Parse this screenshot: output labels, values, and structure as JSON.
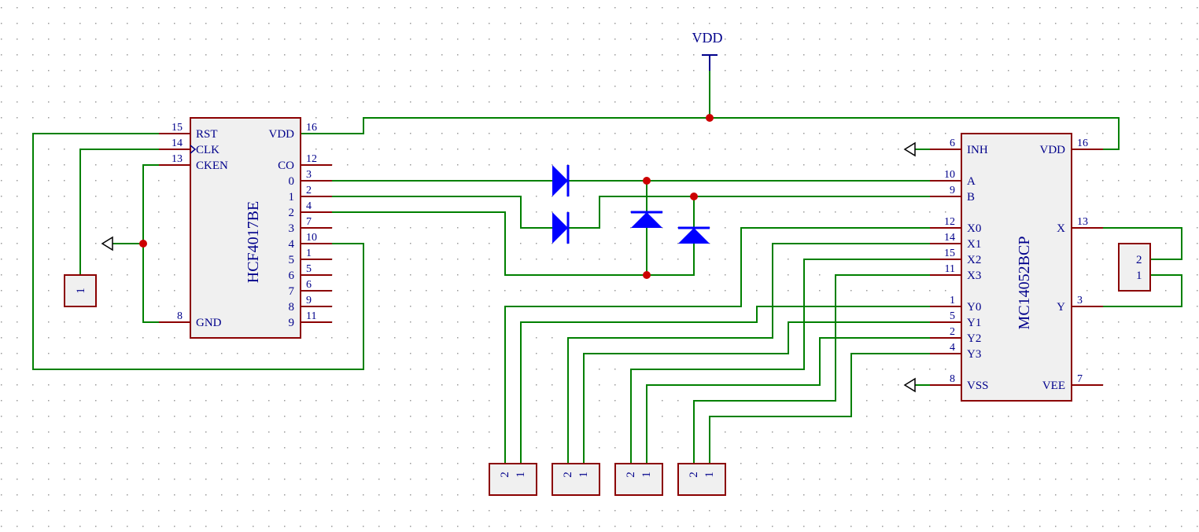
{
  "power": {
    "vdd_label": "VDD"
  },
  "u1": {
    "name": "HCF4017BE",
    "left_pins": [
      {
        "num": "15",
        "label": "RST"
      },
      {
        "num": "14",
        "label": "CLK"
      },
      {
        "num": "13",
        "label": "CKEN"
      },
      {
        "num": "8",
        "label": "GND"
      }
    ],
    "right_pins": [
      {
        "num": "16",
        "label": "VDD"
      },
      {
        "num": "12",
        "label": "CO"
      },
      {
        "num": "3",
        "label": "0"
      },
      {
        "num": "2",
        "label": "1"
      },
      {
        "num": "4",
        "label": "2"
      },
      {
        "num": "7",
        "label": "3"
      },
      {
        "num": "10",
        "label": "4"
      },
      {
        "num": "1",
        "label": "5"
      },
      {
        "num": "5",
        "label": "6"
      },
      {
        "num": "6",
        "label": "7"
      },
      {
        "num": "9",
        "label": "8"
      },
      {
        "num": "11",
        "label": "9"
      }
    ]
  },
  "u2": {
    "name": "MC14052BCP",
    "left_pins": [
      {
        "num": "6",
        "label": "INH"
      },
      {
        "num": "10",
        "label": "A"
      },
      {
        "num": "9",
        "label": "B"
      },
      {
        "num": "12",
        "label": "X0"
      },
      {
        "num": "14",
        "label": "X1"
      },
      {
        "num": "15",
        "label": "X2"
      },
      {
        "num": "11",
        "label": "X3"
      },
      {
        "num": "1",
        "label": "Y0"
      },
      {
        "num": "5",
        "label": "Y1"
      },
      {
        "num": "2",
        "label": "Y2"
      },
      {
        "num": "4",
        "label": "Y3"
      },
      {
        "num": "8",
        "label": "VSS"
      }
    ],
    "right_pins": [
      {
        "num": "16",
        "label": "VDD"
      },
      {
        "num": "13",
        "label": "X"
      },
      {
        "num": "3",
        "label": "Y"
      },
      {
        "num": "7",
        "label": "VEE"
      }
    ]
  },
  "connectors": {
    "single_pin": "1",
    "right_pins": [
      "2",
      "1"
    ],
    "bottom_pins": [
      "2",
      "1"
    ]
  },
  "colors": {
    "wire": "#008000",
    "body": "#8b0000",
    "text": "#00008b",
    "diode": "#0000ff",
    "junction": "#cc0000",
    "fill": "#f0f0f0"
  }
}
